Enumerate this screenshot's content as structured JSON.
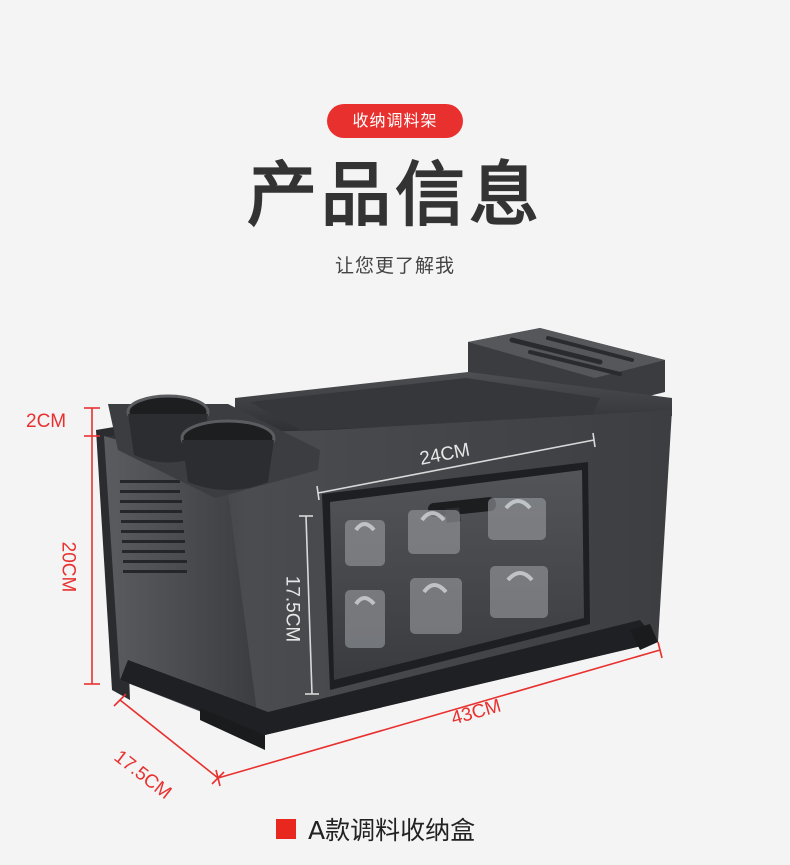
{
  "badge": {
    "label": "收纳调料架"
  },
  "title": "产品信息",
  "subtitle": "让您更了解我",
  "dimensions": {
    "height_top": "2CM",
    "height_main": "20CM",
    "depth": "17.5CM",
    "width": "43CM",
    "inner_width": "24CM",
    "inner_height": "17.5CM"
  },
  "caption": {
    "label": "A款调料收纳盒"
  },
  "colors": {
    "accent": "#e8312f",
    "body": "#3f4145",
    "dimension_line": "#e8312f"
  }
}
